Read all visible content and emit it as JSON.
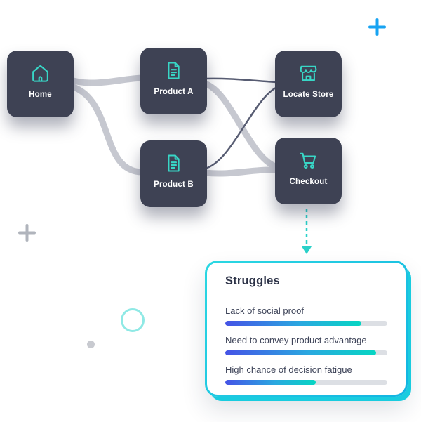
{
  "diagram": {
    "nodes": [
      {
        "id": "home",
        "label": "Home",
        "icon": "home-icon"
      },
      {
        "id": "product-a",
        "label": "Product A",
        "icon": "document-icon"
      },
      {
        "id": "product-b",
        "label": "Product B",
        "icon": "document-icon"
      },
      {
        "id": "locate-store",
        "label": "Locate Store",
        "icon": "store-icon"
      },
      {
        "id": "checkout",
        "label": "Checkout",
        "icon": "cart-icon"
      }
    ]
  },
  "struggles_card": {
    "title": "Struggles",
    "items": [
      {
        "label": "Lack of social proof",
        "percent": 84
      },
      {
        "label": "Need to convey product advantage",
        "percent": 93
      },
      {
        "label": "High chance of decision fatigue",
        "percent": 56
      }
    ]
  },
  "colors": {
    "node_background": "#3e4254",
    "node_icon": "#38d6c6",
    "connector_thick": "#c6c8d0",
    "connector_thin": "#575c72",
    "dashed_arrow": "#2ad1c9",
    "card_border_cyan": "#19ccdf",
    "bar_gradient_start": "#4553e6",
    "bar_gradient_end": "#06d6c3",
    "plus_blue": "#17a3f2",
    "plus_gray": "#b0b4bc"
  }
}
